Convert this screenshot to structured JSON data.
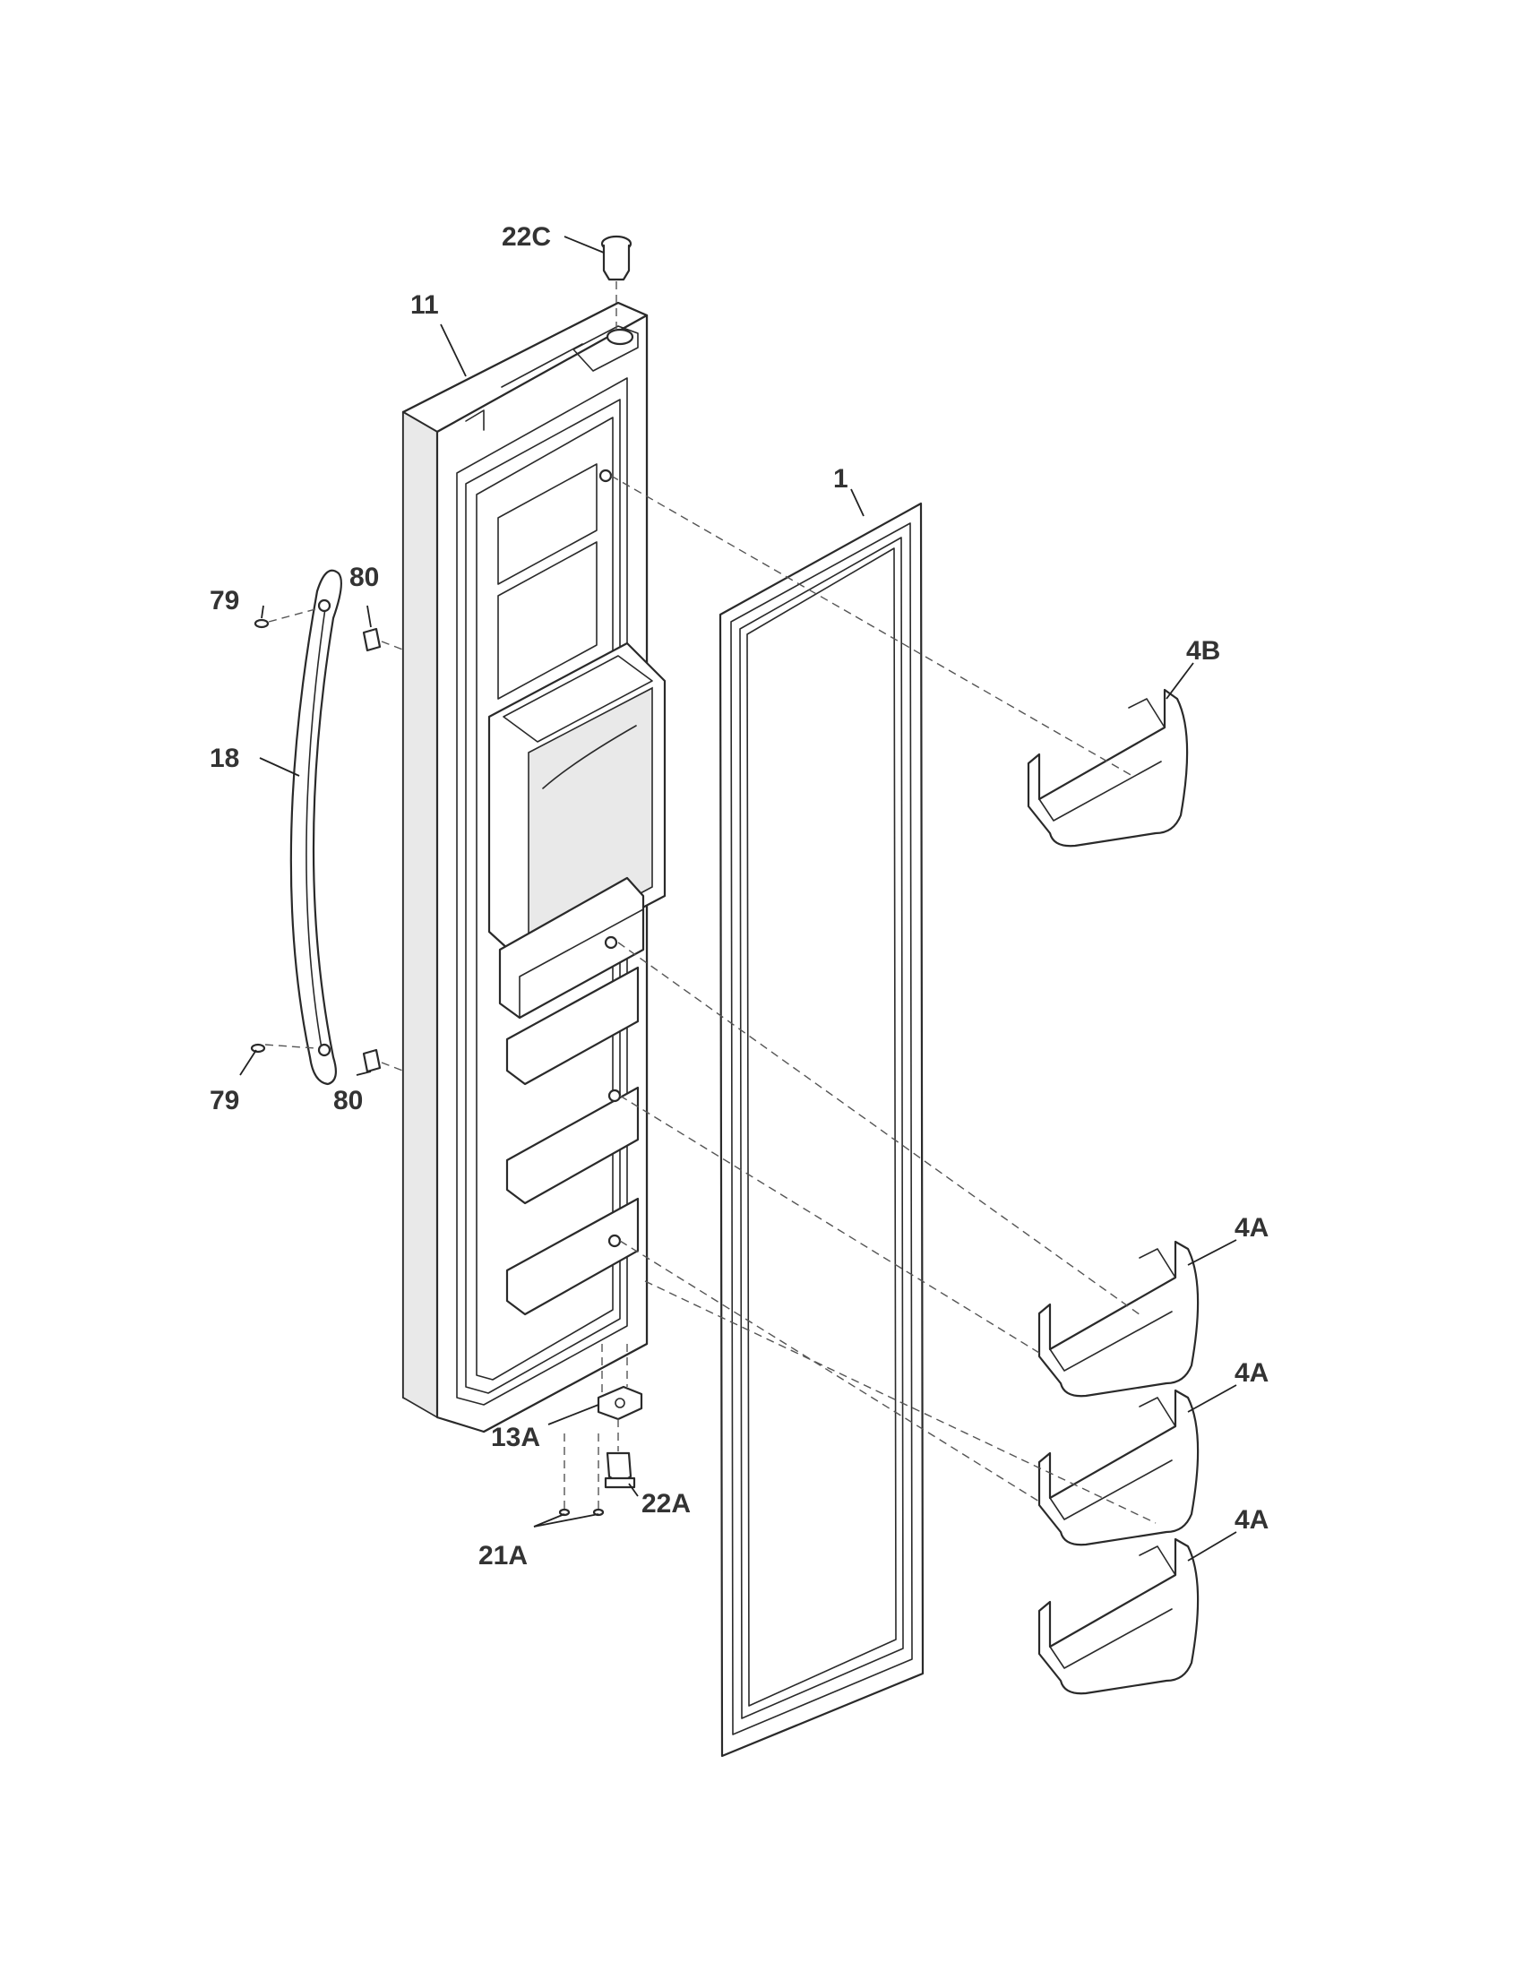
{
  "callouts": {
    "c_22C": "22C",
    "c_11": "11",
    "c_1": "1",
    "c_79_top": "79",
    "c_80_top": "80",
    "c_4B": "4B",
    "c_18": "18",
    "c_79_bottom": "79",
    "c_80_bottom": "80",
    "c_4A_1": "4A",
    "c_4A_2": "4A",
    "c_4A_3": "4A",
    "c_13A": "13A",
    "c_22A": "22A",
    "c_21A": "21A"
  }
}
